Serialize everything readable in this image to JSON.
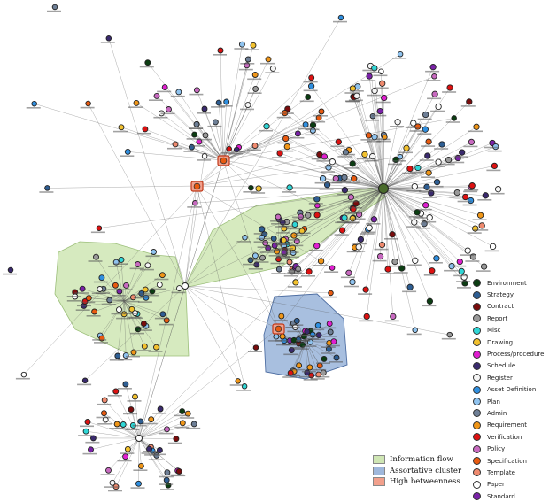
{
  "colors": {
    "information_flow": "#cfe6b4",
    "assortative_cluster": "#9fb8dc",
    "high_betweenness": "#f2a08c",
    "edge": "#555555",
    "label": "#555555"
  },
  "legend_node_types": [
    {
      "label": "Environment",
      "color": "#0b3d12"
    },
    {
      "label": "Strategy",
      "color": "#2e5e93"
    },
    {
      "label": "Contract",
      "color": "#7a0c0c"
    },
    {
      "label": "Report",
      "color": "#9a9a9a"
    },
    {
      "label": "Misc",
      "color": "#2fd6d6"
    },
    {
      "label": "Drawing",
      "color": "#f2c12e"
    },
    {
      "label": "Process/procedure",
      "color": "#e01ed0"
    },
    {
      "label": "Schedule",
      "color": "#3a2a6e"
    },
    {
      "label": "Register",
      "color": "#f5f5f5"
    },
    {
      "label": "Asset Definition",
      "color": "#2f8fe0"
    },
    {
      "label": "Plan",
      "color": "#8fc3ef"
    },
    {
      "label": "Admin",
      "color": "#6e7f96"
    },
    {
      "label": "Requirement",
      "color": "#f09618"
    },
    {
      "label": "Verification",
      "color": "#dd1111"
    },
    {
      "label": "Policy",
      "color": "#c86ac0"
    },
    {
      "label": "Specification",
      "color": "#e85a10"
    },
    {
      "label": "Template",
      "color": "#ef8a6e"
    },
    {
      "label": "Paper",
      "color": "#ffffff"
    },
    {
      "label": "Standard",
      "color": "#7a22a8"
    }
  ],
  "legend_regions": [
    {
      "label": "Information flow",
      "color": "#cfe6b4"
    },
    {
      "label": "Assortative cluster",
      "color": "#9fb8dc"
    },
    {
      "label": "High betweenness",
      "color": "#f2a08c"
    }
  ]
}
